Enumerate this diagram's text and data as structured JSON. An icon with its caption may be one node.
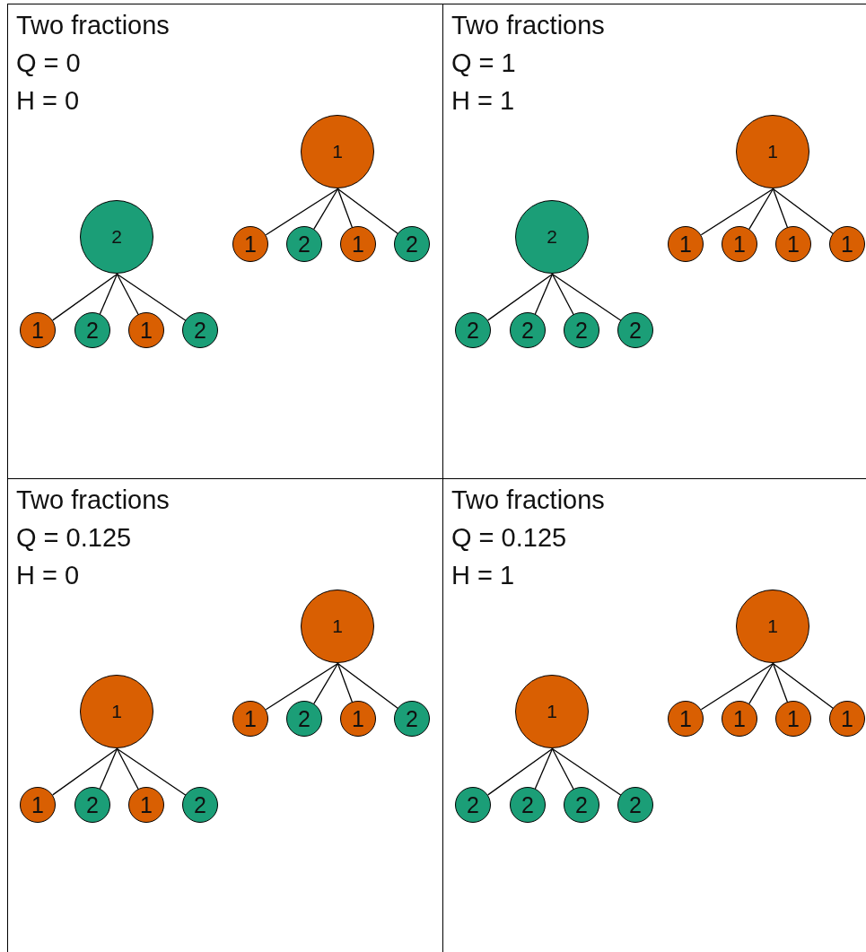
{
  "diagram": {
    "nodes": [
      {
        "text": [
          "Two fractions",
          "Q = 0",
          "H = 0"
        ]
      },
      {
        "text": [
          "1"
        ],
        "in": 0
      },
      {
        "text": [
          "1"
        ],
        "in": 0
      },
      {
        "text": [
          "2"
        ],
        "in": 0
      },
      {
        "text": [
          "1"
        ],
        "in": 0
      },
      {
        "text": [
          "2"
        ],
        "in": 0
      },
      {
        "text": [
          "2"
        ],
        "in": 0
      },
      {
        "text": [
          "1"
        ],
        "in": 0
      },
      {
        "text": [
          "2"
        ],
        "in": 0
      },
      {
        "text": [
          "1"
        ],
        "in": 0
      },
      {
        "text": [
          "2"
        ],
        "in": 0
      },
      {
        "text": [
          "Two fractions",
          "Q = 1",
          "H = 1"
        ]
      },
      {
        "text": [
          "1"
        ],
        "in": 11
      },
      {
        "text": [
          "1"
        ],
        "in": 11
      },
      {
        "text": [
          "1"
        ],
        "in": 11
      },
      {
        "text": [
          "1"
        ],
        "in": 11
      },
      {
        "text": [
          "1"
        ],
        "in": 11
      },
      {
        "text": [
          "2"
        ],
        "in": 11
      },
      {
        "text": [
          "2"
        ],
        "in": 11
      },
      {
        "text": [
          "2"
        ],
        "in": 11
      },
      {
        "text": [
          "2"
        ],
        "in": 11
      },
      {
        "text": [
          "2"
        ],
        "in": 11
      },
      {
        "text": [
          "Two fractions",
          "Q = 0.125",
          "H = 0"
        ]
      },
      {
        "text": [
          "1"
        ],
        "in": 22
      },
      {
        "text": [
          "1"
        ],
        "in": 22
      },
      {
        "text": [
          "2"
        ],
        "in": 22
      },
      {
        "text": [
          "1"
        ],
        "in": 22
      },
      {
        "text": [
          "2"
        ],
        "in": 22
      },
      {
        "text": [
          "1"
        ],
        "in": 22
      },
      {
        "text": [
          "1"
        ],
        "in": 22
      },
      {
        "text": [
          "2"
        ],
        "in": 22
      },
      {
        "text": [
          "1"
        ],
        "in": 22
      },
      {
        "text": [
          "2"
        ],
        "in": 22
      },
      {
        "text": [
          "Two fractions",
          "Q = 0.125",
          "H = 1"
        ]
      },
      {
        "text": [
          "1"
        ],
        "in": 33
      },
      {
        "text": [
          "1"
        ],
        "in": 33
      },
      {
        "text": [
          "1"
        ],
        "in": 33
      },
      {
        "text": [
          "1"
        ],
        "in": 33
      },
      {
        "text": [
          "1"
        ],
        "in": 33
      },
      {
        "text": [
          "1"
        ],
        "in": 33
      },
      {
        "text": [
          "2"
        ],
        "in": 33
      },
      {
        "text": [
          "2"
        ],
        "in": 33
      },
      {
        "text": [
          "2"
        ],
        "in": 33
      },
      {
        "text": [
          "2"
        ],
        "in": 33
      }
    ],
    "edges": [
      {
        "from": 1,
        "to": 2,
        "arrow": "none"
      },
      {
        "from": 1,
        "to": 3,
        "arrow": "none"
      },
      {
        "from": 1,
        "to": 4,
        "arrow": "none"
      },
      {
        "from": 1,
        "to": 5,
        "arrow": "none"
      },
      {
        "from": 6,
        "to": 7,
        "arrow": "none"
      },
      {
        "from": 6,
        "to": 8,
        "arrow": "none"
      },
      {
        "from": 6,
        "to": 9,
        "arrow": "none"
      },
      {
        "from": 6,
        "to": 10,
        "arrow": "none"
      },
      {
        "from": 12,
        "to": 13,
        "arrow": "none"
      },
      {
        "from": 12,
        "to": 14,
        "arrow": "none"
      },
      {
        "from": 12,
        "to": 15,
        "arrow": "none"
      },
      {
        "from": 12,
        "to": 16,
        "arrow": "none"
      },
      {
        "from": 17,
        "to": 18,
        "arrow": "none"
      },
      {
        "from": 17,
        "to": 19,
        "arrow": "none"
      },
      {
        "from": 17,
        "to": 20,
        "arrow": "none"
      },
      {
        "from": 17,
        "to": 21,
        "arrow": "none"
      },
      {
        "from": 23,
        "to": 24,
        "arrow": "none"
      },
      {
        "from": 23,
        "to": 25,
        "arrow": "none"
      },
      {
        "from": 23,
        "to": 26,
        "arrow": "none"
      },
      {
        "from": 23,
        "to": 27,
        "arrow": "none"
      },
      {
        "from": 28,
        "to": 29,
        "arrow": "none"
      },
      {
        "from": 28,
        "to": 30,
        "arrow": "none"
      },
      {
        "from": 28,
        "to": 31,
        "arrow": "none"
      },
      {
        "from": 28,
        "to": 32,
        "arrow": "none"
      },
      {
        "from": 34,
        "to": 35,
        "arrow": "none"
      },
      {
        "from": 34,
        "to": 36,
        "arrow": "none"
      },
      {
        "from": 34,
        "to": 37,
        "arrow": "none"
      },
      {
        "from": 34,
        "to": 38,
        "arrow": "none"
      },
      {
        "from": 39,
        "to": 40,
        "arrow": "none"
      },
      {
        "from": 39,
        "to": 41,
        "arrow": "none"
      },
      {
        "from": 39,
        "to": 42,
        "arrow": "none"
      },
      {
        "from": 39,
        "to": 43,
        "arrow": "none"
      }
    ]
  }
}
